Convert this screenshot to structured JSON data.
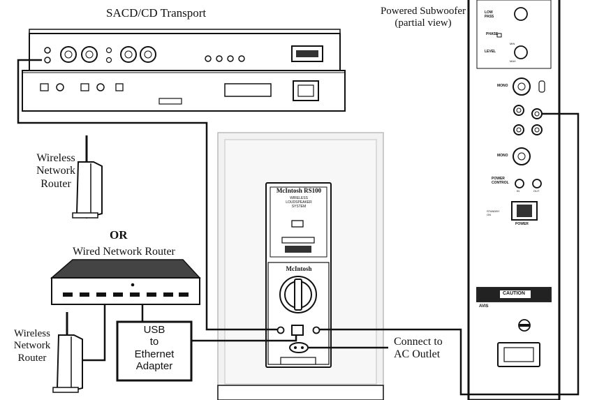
{
  "labels": {
    "sacd_transport": "SACD/CD Transport",
    "subwoofer_line1": "Powered Subwoofer",
    "subwoofer_line2": "(partial view)",
    "wireless_router_top": "Wireless\nNetwork\nRouter",
    "or": "OR",
    "wired_router": "Wired Network Router",
    "wireless_router_bottom": "Wireless\nNetwork\nRouter",
    "usb_adapter": "USB\nto\nEthernet\nAdapter",
    "ac_outlet": "Connect to\nAC Outlet"
  },
  "speaker_panel": {
    "brand": "McIntosh",
    "model": "RS100",
    "description": "WIRELESS\nLOUDSPEAKER\nSYSTEM",
    "brand_lower": "McIntosh"
  },
  "subwoofer_panel": {
    "low_pass": "LOW\nPASS",
    "phase": "PHASE",
    "level": "LEVEL",
    "min": "MIN",
    "max": "MAX",
    "mono": "MONO",
    "power_control": "POWER\nCONTROL",
    "in": "IN",
    "out": "OUT",
    "standby": "STANDBY\nON",
    "power": "POWER",
    "caution": "CAUTION",
    "avis": "AVIS"
  },
  "colors": {
    "line": "#111111",
    "panel_fill": "#ffffff",
    "panel_shade": "#e6e6e6",
    "dark": "#222222"
  }
}
